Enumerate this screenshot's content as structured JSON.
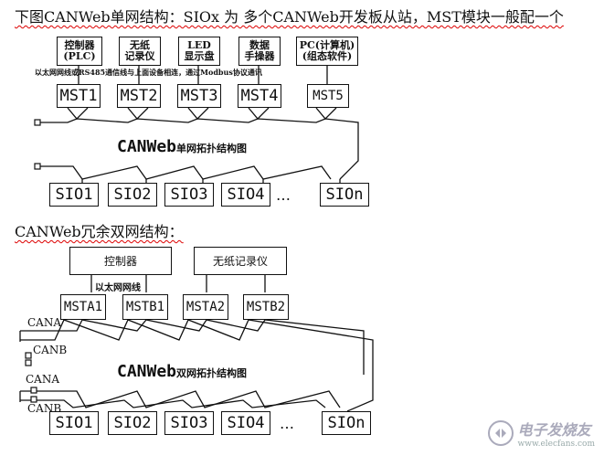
{
  "heading1": "下图CANWeb单网结构：SIOx 为 多个CANWeb开发板从站，MST模块一般配一个",
  "single_net": {
    "devices": [
      "控制器\n(PLC)",
      "无纸\n记录仪",
      "LED\n显示盘",
      "数据\n手操器",
      "PC(计算机)\n(组态软件)"
    ],
    "bus_note": "以太网网线或RS485通信线与上面设备相连，通过Modbus协议通讯",
    "masters": [
      "MST1",
      "MST2",
      "MST3",
      "MST4",
      "MST5"
    ],
    "topology_label_main": "CANWeb",
    "topology_label_sub": "单网拓扑结构图",
    "slaves": [
      "SIO1",
      "SIO2",
      "SIO3",
      "SIO4",
      "SIOn"
    ],
    "ellipsis": "…"
  },
  "heading2": "CANWeb冗余双网结构：",
  "dual_net": {
    "devices": [
      "控制器",
      "无纸记录仪"
    ],
    "ethernet_label": "以太网网线",
    "masters": [
      "MSTA1",
      "MSTB1",
      "MSTA2",
      "MSTB2"
    ],
    "bus_a": "CANA",
    "bus_b": "CANB",
    "bus_a2": "CANA",
    "bus_b2": "CANB",
    "topology_label_main": "CANWeb",
    "topology_label_sub": "双网拓扑结构图",
    "slaves": [
      "SIO1",
      "SIO2",
      "SIO3",
      "SIO4",
      "SIOn"
    ],
    "ellipsis": "…"
  },
  "watermark": {
    "text": "电子发烧友",
    "url": "www.elecfans.com"
  }
}
